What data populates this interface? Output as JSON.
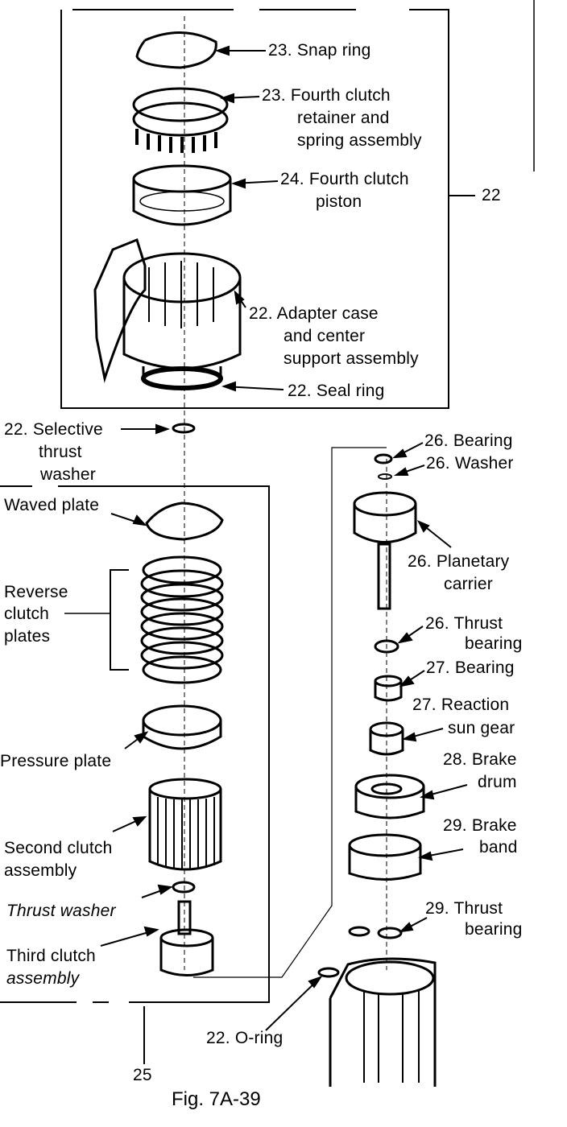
{
  "labels": {
    "snap_ring": "23. Snap ring",
    "fourth_retainer_1": "23. Fourth clutch",
    "fourth_retainer_2": "retainer and",
    "fourth_retainer_3": "spring assembly",
    "fourth_piston_1": "24. Fourth clutch",
    "fourth_piston_2": "piston",
    "group22": "22",
    "adapter_1": "22. Adapter case",
    "adapter_2": "and center",
    "adapter_3": "support assembly",
    "seal_ring": "22. Seal ring",
    "selective_1": "22. Selective",
    "selective_2": "thrust",
    "selective_3": "washer",
    "waved_plate": "Waved plate",
    "reverse_1": "Reverse",
    "reverse_2": "clutch",
    "reverse_3": "plates",
    "pressure_plate": "Pressure plate",
    "second_1": "Second clutch",
    "second_2": "assembly",
    "thrust_washer": "Thrust washer",
    "third_1": "Third clutch",
    "third_2": "assembly",
    "group25": "25",
    "bearing26": "26. Bearing",
    "washer26": "26. Washer",
    "planetary_1": "26. Planetary",
    "planetary_2": "carrier",
    "thrust26_1": "26. Thrust",
    "thrust26_2": "bearing",
    "bearing27": "27. Bearing",
    "reaction_1": "27. Reaction",
    "reaction_2": "sun gear",
    "brake_drum_1": "28. Brake",
    "brake_drum_2": "drum",
    "brake_band_1": "29. Brake",
    "brake_band_2": "band",
    "thrust29_1": "29. Thrust",
    "thrust29_2": "bearing",
    "oring": "22. O-ring"
  },
  "caption": "Fig. 7A-39"
}
